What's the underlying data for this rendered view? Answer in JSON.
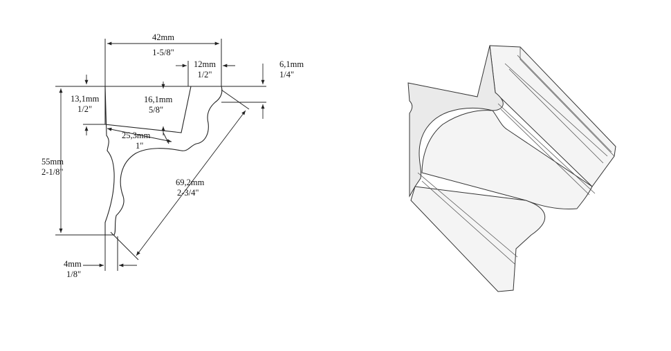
{
  "dimensions": {
    "top_width": {
      "mm": "42mm",
      "in": "1-5/8\""
    },
    "top_lip": {
      "mm": "12mm",
      "in": "1/2\""
    },
    "right_drop": {
      "mm": "6,1mm",
      "in": "1/4\""
    },
    "left_drop": {
      "mm": "13,1mm",
      "in": "1/2\""
    },
    "slope": {
      "mm": "16,1mm",
      "in": "5/8\""
    },
    "inner_width": {
      "mm": "25,3mm",
      "in": "1\""
    },
    "height": {
      "mm": "55mm",
      "in": "2-1/8\""
    },
    "diagonal": {
      "mm": "69,2mm",
      "in": "2-3/4\""
    },
    "bottom_lip": {
      "mm": "4mm",
      "in": "1/8\""
    }
  }
}
